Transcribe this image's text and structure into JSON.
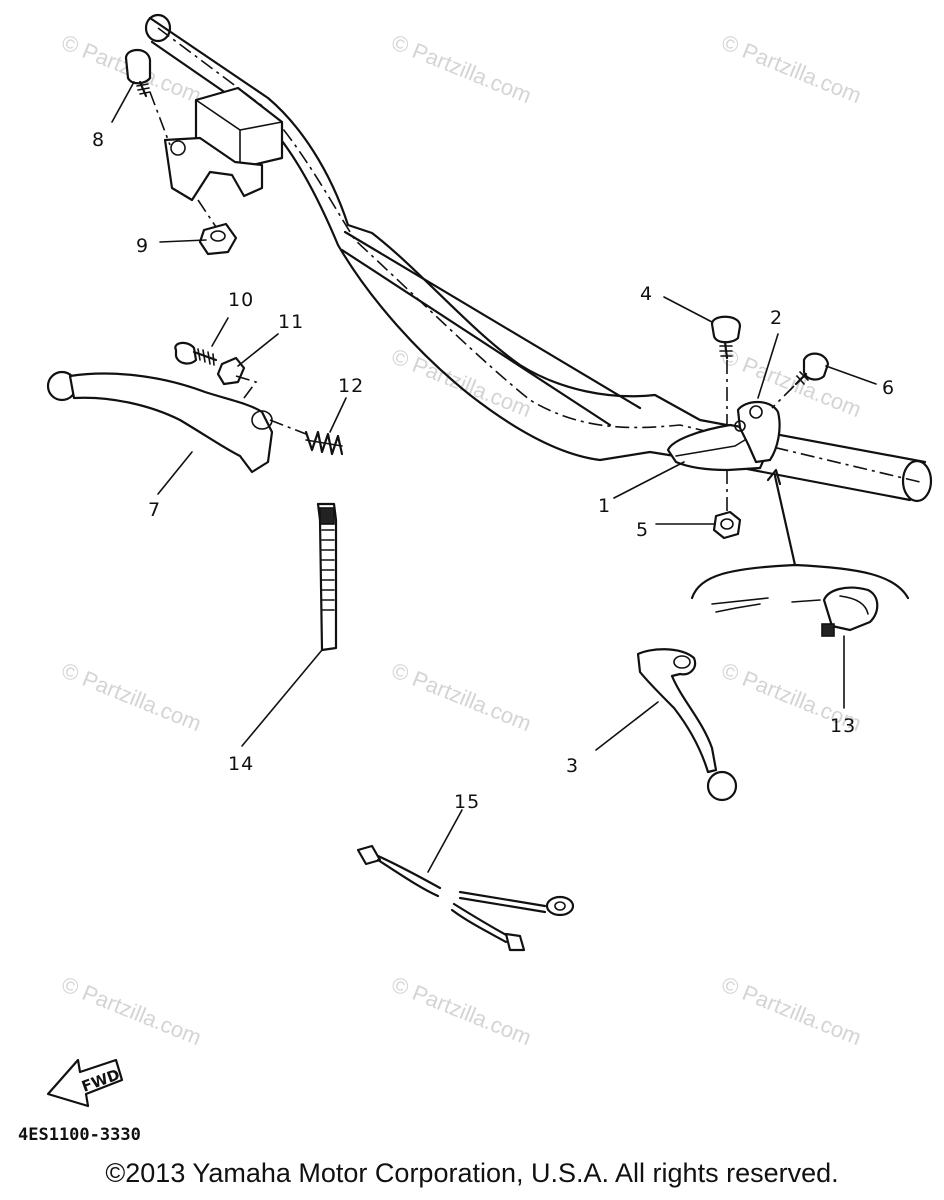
{
  "watermark": {
    "text": "© Partzilla.com",
    "color": "#d4d4d4"
  },
  "callouts": {
    "c1": "1",
    "c2": "2",
    "c3": "3",
    "c4": "4",
    "c5": "5",
    "c6": "6",
    "c7": "7",
    "c8": "8",
    "c9": "9",
    "c10": "10",
    "c11": "11",
    "c12": "12",
    "c13": "13",
    "c14": "14",
    "c15": "15"
  },
  "fwd_label": "FWD",
  "diagram_code": "4ES1100-3330",
  "copyright": "©2013 Yamaha Motor Corporation, U.S.A. All rights reserved."
}
